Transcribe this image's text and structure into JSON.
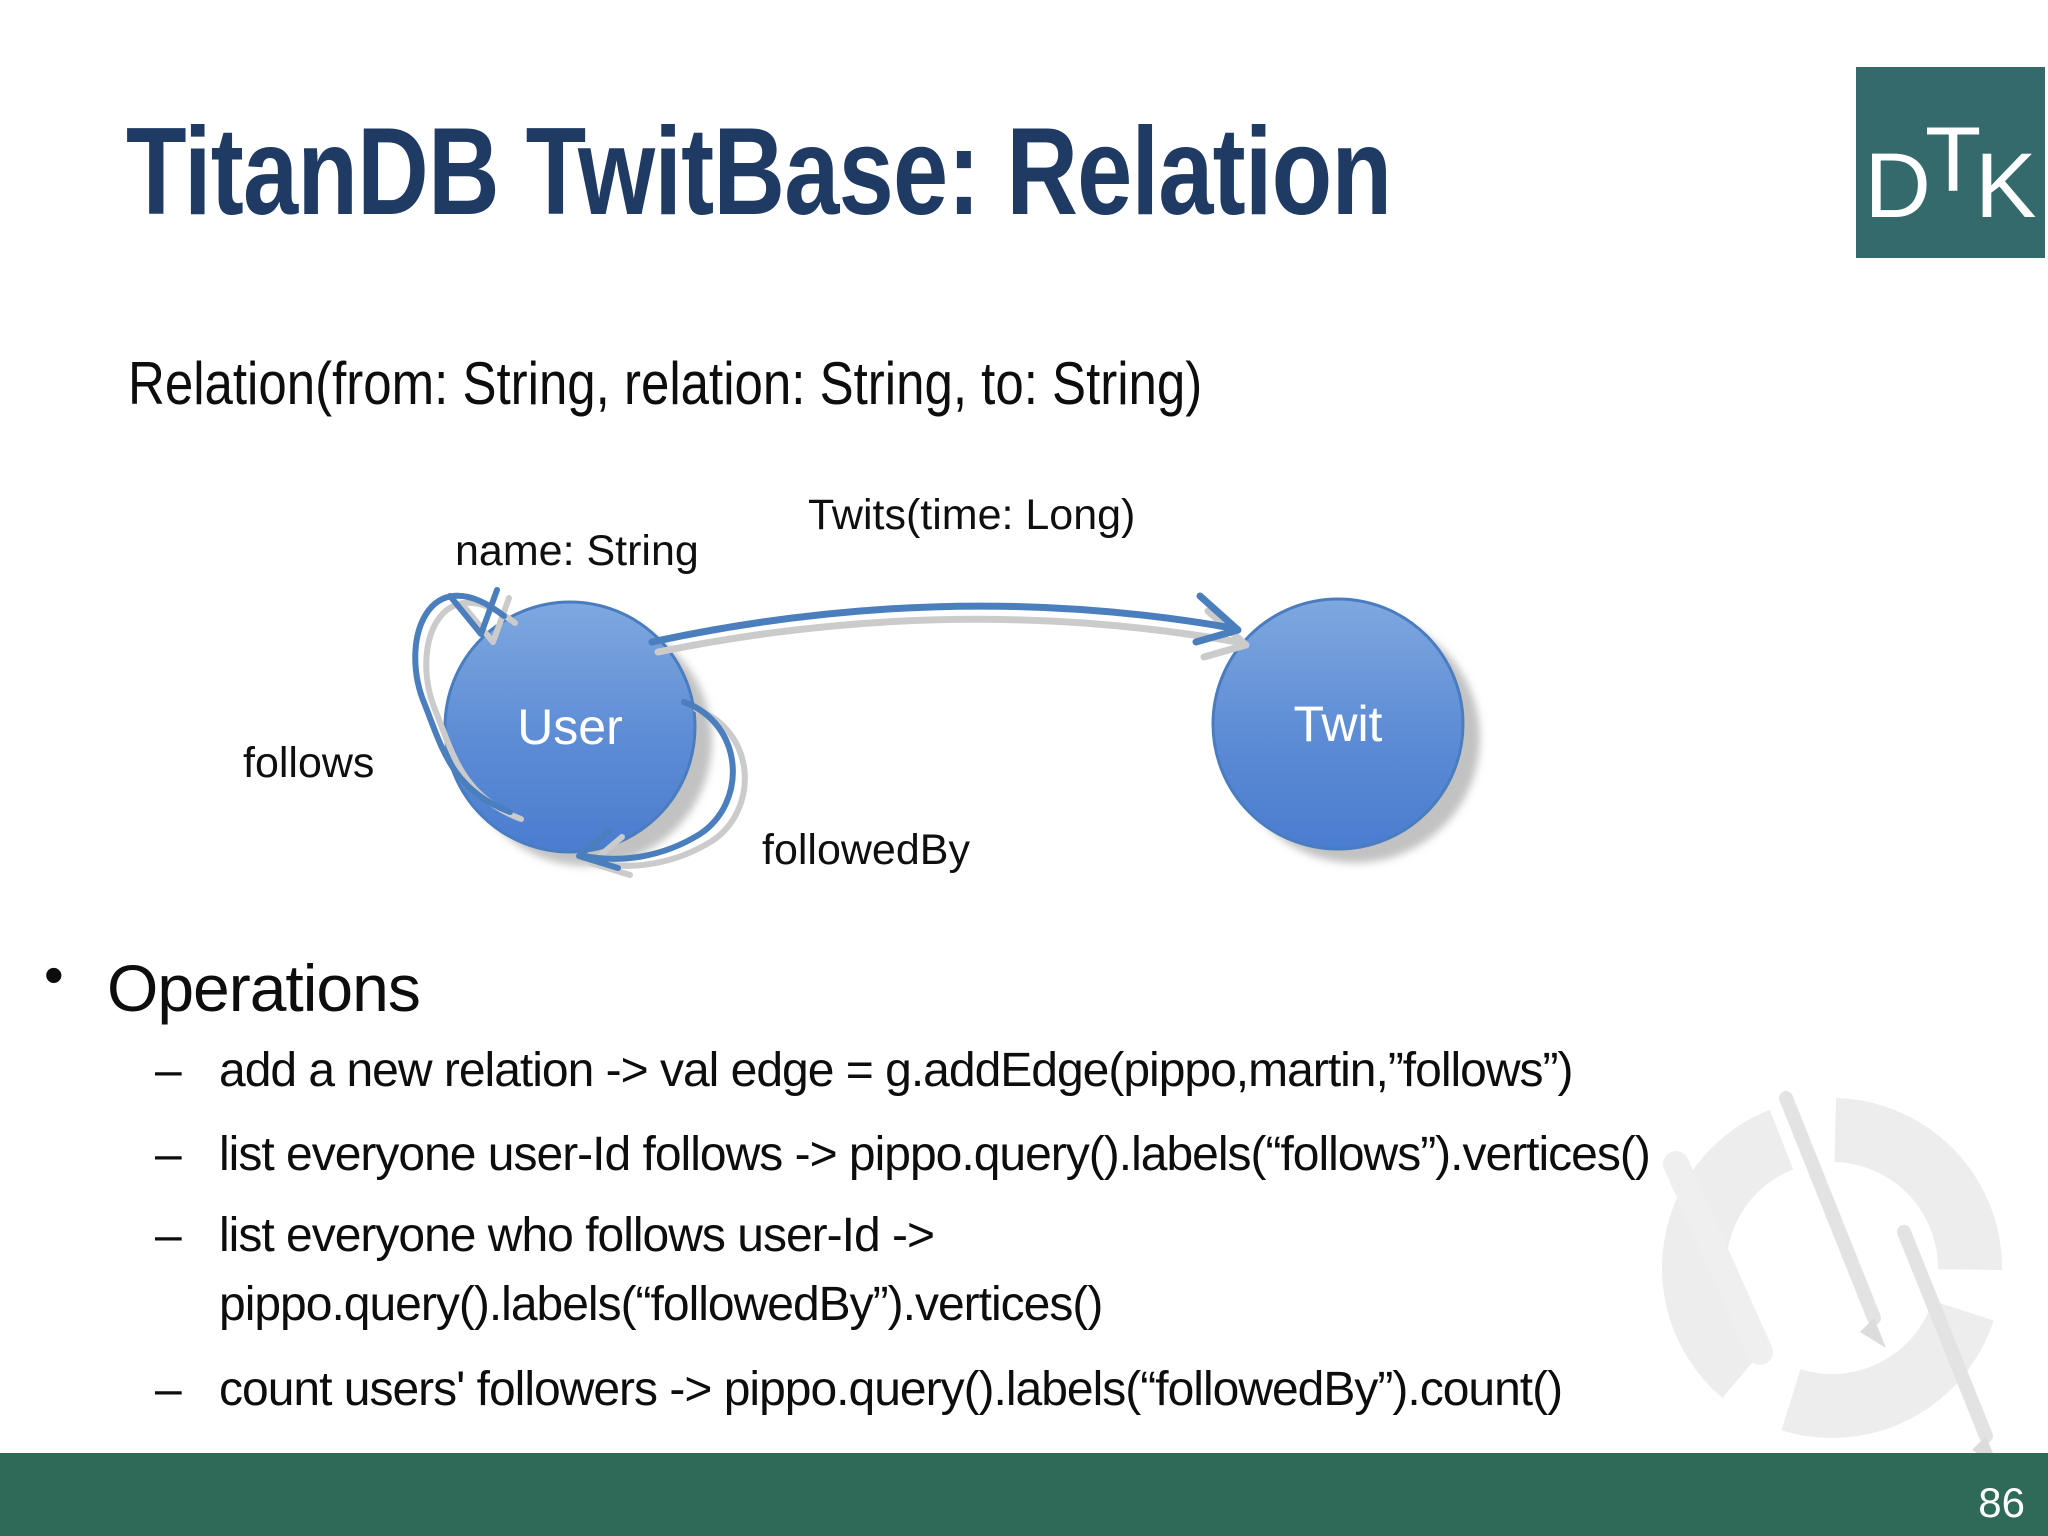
{
  "slide": {
    "title": "TitanDB TwitBase: Relation",
    "subtitle": "Relation(from: String, relation: String, to: String)"
  },
  "logo": {
    "d": "D",
    "t": "T",
    "k": "K",
    "bg_color": "#356a6d"
  },
  "diagram": {
    "nodes": [
      {
        "label": "User"
      },
      {
        "label": "Twit"
      }
    ],
    "labels": {
      "name_property": "name: String",
      "twits_edge": "Twits(time: Long)",
      "follows_loop": "follows",
      "followed_by_loop": "followedBy"
    },
    "colors": {
      "node_fill_top": "#7fa8e0",
      "node_fill_bottom": "#4a7dd0",
      "node_border": "#4a7cc0",
      "arrow_blue": "#4a7ebd",
      "shadow_gray": "#cbcbcb"
    }
  },
  "operations": {
    "heading_bullet_char": "•",
    "bullet_char": "–",
    "heading": "Operations",
    "items": [
      {
        "text": "add a new relation -> val edge = g.addEdge(pippo,martin,”follows”)"
      },
      {
        "text": "list everyone user-Id follows -> pippo.query().labels(“follows”).vertices()"
      },
      {
        "text": "list everyone who follows user-Id ->"
      },
      {
        "text": "pippo.query().labels(“followedBy”).vertices()",
        "continuation": true
      },
      {
        "text": "count users' followers -> pippo.query().labels(“followedBy”).count()"
      }
    ]
  },
  "footer": {
    "page_number": "86",
    "bar_color": "#2f6a58"
  }
}
